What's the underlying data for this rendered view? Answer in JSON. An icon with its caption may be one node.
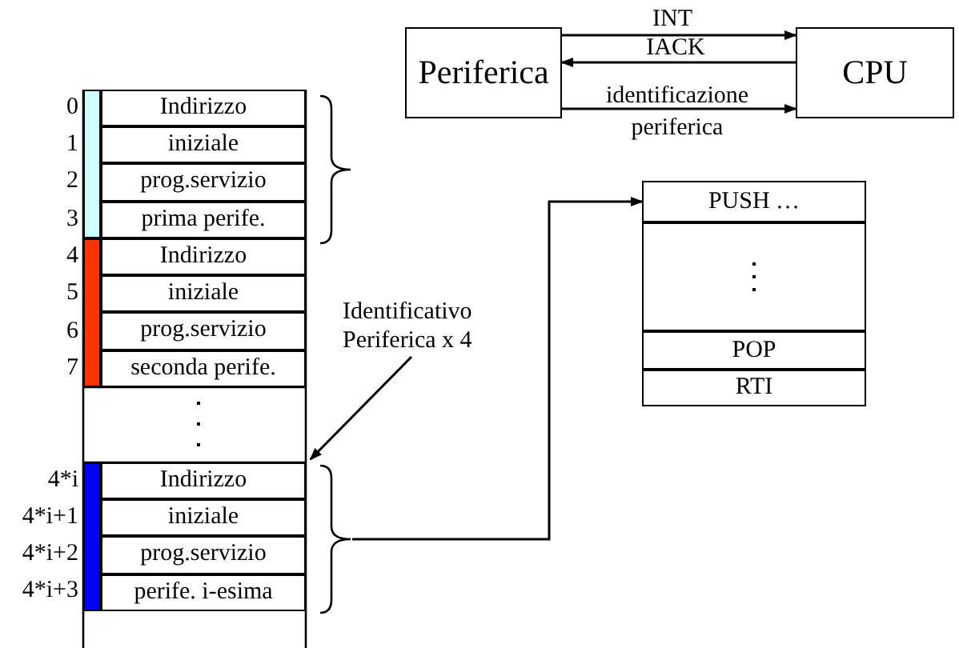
{
  "diagram": {
    "nodes": [
      {
        "text": [
          "Periferica"
        ]
      },
      {
        "text": [
          "CPU"
        ]
      },
      {
        "text": [
          "Indirizzo"
        ]
      },
      {
        "text": [
          "iniziale"
        ]
      },
      {
        "text": [
          "prog.servizio"
        ]
      },
      {
        "text": [
          "prima perife."
        ]
      },
      {
        "text": [
          "Indirizzo"
        ]
      },
      {
        "text": [
          "iniziale"
        ]
      },
      {
        "text": [
          "prog.servizio"
        ]
      },
      {
        "text": [
          "seconda perife."
        ]
      },
      {
        "text": [
          "Indirizzo"
        ]
      },
      {
        "text": [
          "iniziale"
        ]
      },
      {
        "text": [
          "prog.servizio"
        ]
      },
      {
        "text": [
          "perife. i-esima"
        ]
      },
      {
        "text": [
          "Identificativo Periferica x 4"
        ]
      },
      {
        "text": [],
        "shape": "brace"
      },
      {
        "text": [
          "PUSH …"
        ]
      },
      {
        "text": [],
        "shape": "box"
      },
      {
        "text": [
          "POP"
        ]
      },
      {
        "text": [
          "RTI"
        ]
      }
    ],
    "edges": [
      {
        "from": 0,
        "to": 1,
        "arrow": "to",
        "label": "INT"
      },
      {
        "from": 1,
        "to": 0,
        "arrow": "to",
        "label": "IACK"
      },
      {
        "from": 0,
        "to": 1,
        "arrow": "to",
        "label": "identificazione periferica"
      },
      {
        "from": 14,
        "to": 10,
        "arrow": "to"
      },
      {
        "from": 15,
        "to": 16,
        "arrow": "to"
      }
    ],
    "labels": [
      "0",
      "1",
      "2",
      "3",
      "4",
      "5",
      "6",
      "7",
      "4*i",
      "4*i+1",
      "4*i+2",
      "4*i+3"
    ]
  }
}
